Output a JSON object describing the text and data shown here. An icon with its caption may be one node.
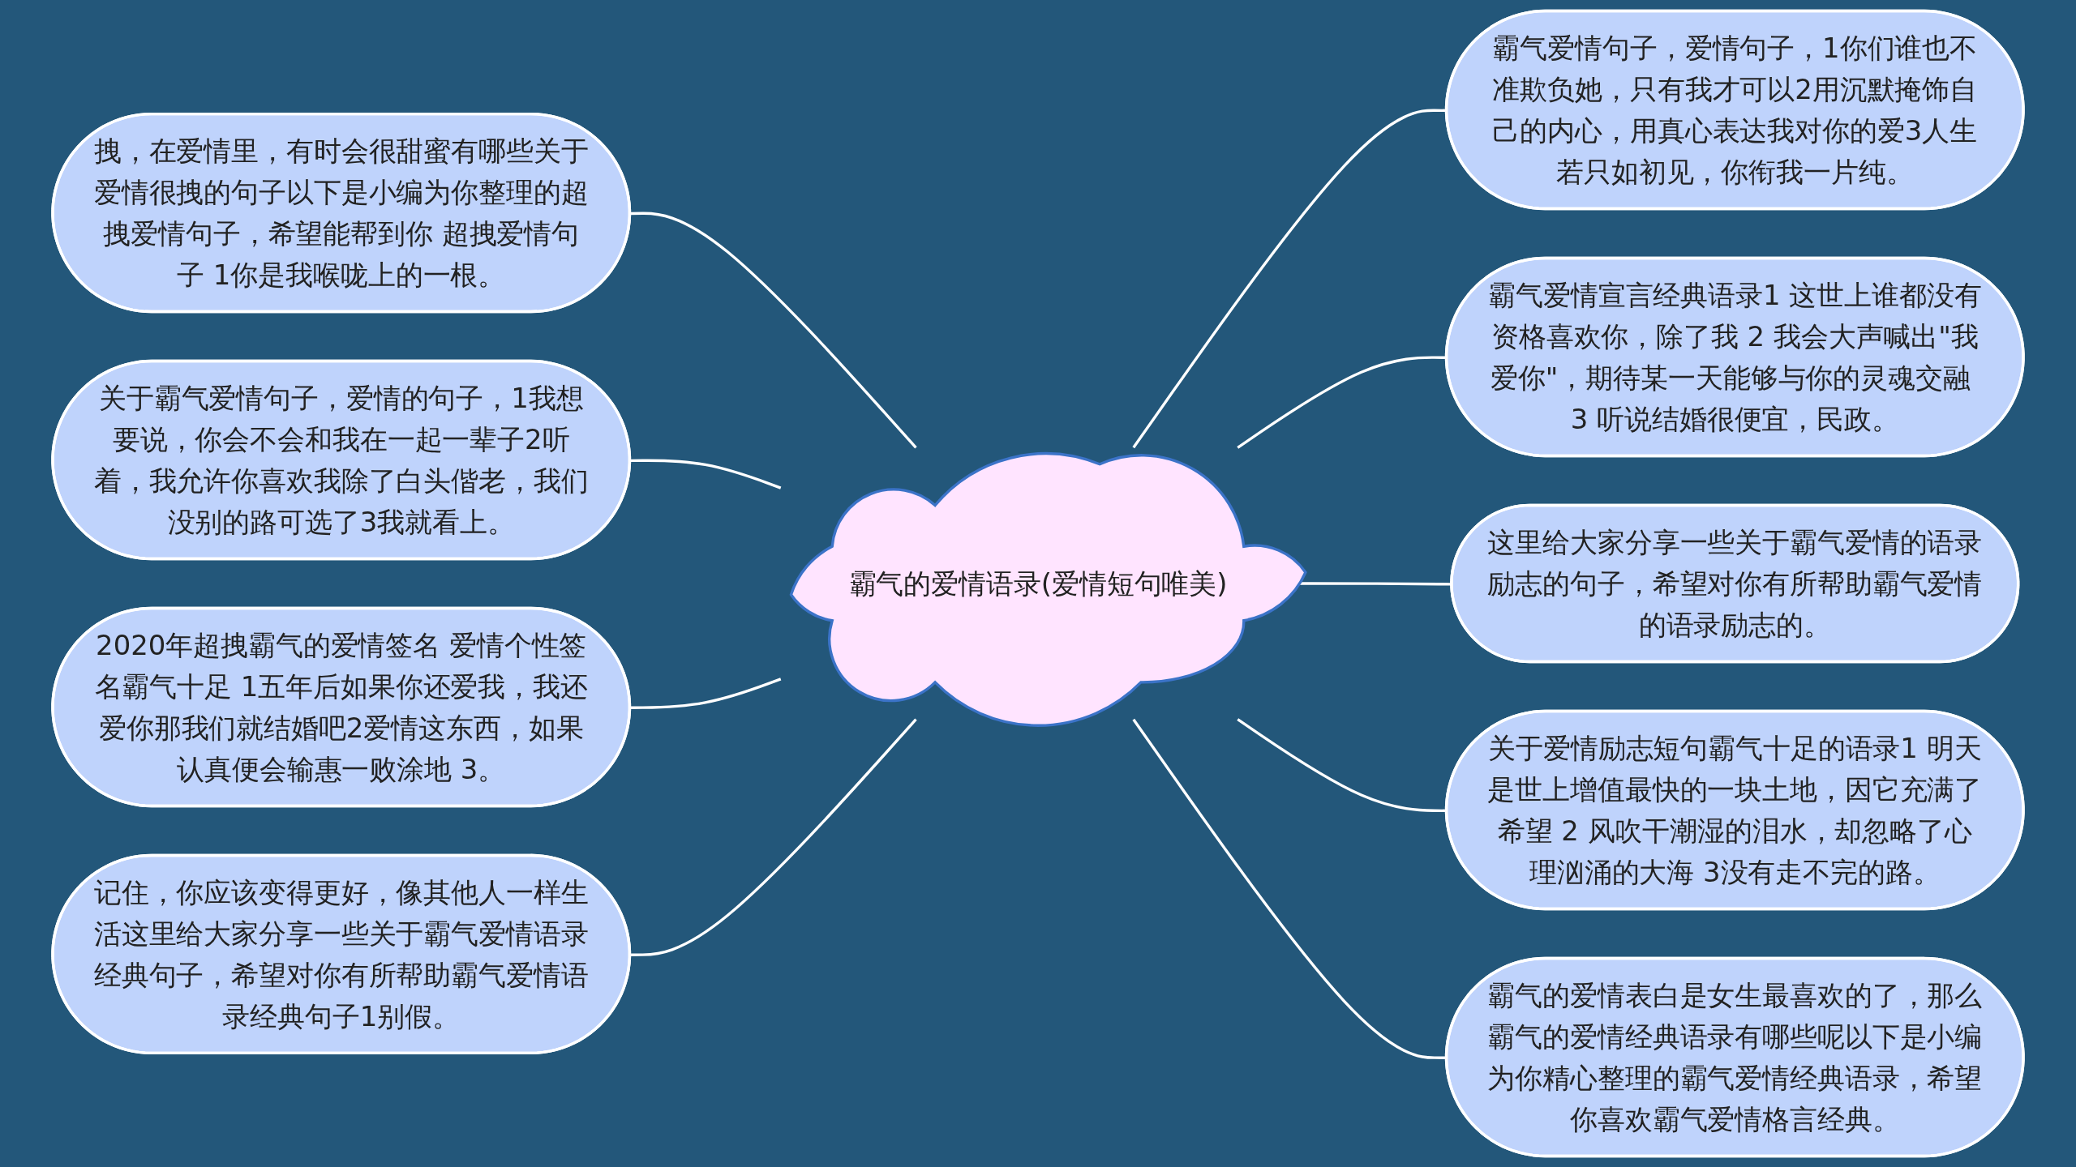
{
  "diagram": {
    "nodes": [
      {
        "text": [
          "霸气的爱情语录(爱情短句唯美)"
        ]
      },
      {
        "text": [
          "拽，在爱情里，有时会很甜蜜有哪些关于爱情很拽的句子以下是小编为你整理的超拽爱情句子，希望能帮到你 超拽爱情句子 1你是我喉咙上的一根。"
        ]
      },
      {
        "text": [
          "关于霸气爱情句子，爱情的句子，1我想要说，你会不会和我在一起一辈子2听着，我允许你喜欢我除了白头偕老，我们没别的路可选了3我就看上。"
        ]
      },
      {
        "text": [
          "2020年超拽霸气的爱情签名 爱情个性签名霸气十足 1五年后如果你还爱我，我还爱你那我们就结婚吧2爱情这东西，如果认真便会输惠一败涂地 3。"
        ]
      },
      {
        "text": [
          "记住，你应该变得更好，像其他人一样生活这里给大家分享一些关于霸气爱情语录经典句子，希望对你有所帮助霸气爱情语录经典句子1别假。"
        ]
      },
      {
        "text": [
          "霸气爱情句子，爱情句子，1你们谁也不准欺负她，只有我才可以2用沉默掩饰自己的内心，用真心表达我对你的爱3人生若只如初见，你衔我一片纯。"
        ]
      },
      {
        "text": [
          "霸气爱情宣言经典语录1 这世上谁都没有资格喜欢你，除了我 2 我会大声喊出\"我爱你\"，期待某一天能够与你的灵魂交融 3 听说结婚很便宜，民政。"
        ]
      },
      {
        "text": [
          "这里给大家分享一些关于霸气爱情的语录励志的句子，希望对你有所帮助霸气爱情的语录励志的。"
        ]
      },
      {
        "text": [
          "关于爱情励志短句霸气十足的语录1 明天是世上增值最快的一块土地，因它充满了希望 2 风吹干潮湿的泪水，却忽略了心理汹涌的大海 3没有走不完的路。"
        ]
      },
      {
        "text": [
          "霸气的爱情表白是女生最喜欢的了，那么霸气的爱情经典语录有哪些呢以下是小编为你精心整理的霸气爱情经典语录，希望你喜欢霸气爱情格言经典。"
        ]
      }
    ],
    "edges": [
      {
        "from": 1,
        "to": 0,
        "arrow": "none"
      },
      {
        "from": 2,
        "to": 0,
        "arrow": "none"
      },
      {
        "from": 3,
        "to": 0,
        "arrow": "none"
      },
      {
        "from": 4,
        "to": 0,
        "arrow": "none"
      },
      {
        "from": 0,
        "to": 5,
        "arrow": "none"
      },
      {
        "from": 0,
        "to": 6,
        "arrow": "none"
      },
      {
        "from": 0,
        "to": 7,
        "arrow": "none"
      },
      {
        "from": 0,
        "to": 8,
        "arrow": "none"
      },
      {
        "from": 0,
        "to": 9,
        "arrow": "none"
      }
    ]
  }
}
